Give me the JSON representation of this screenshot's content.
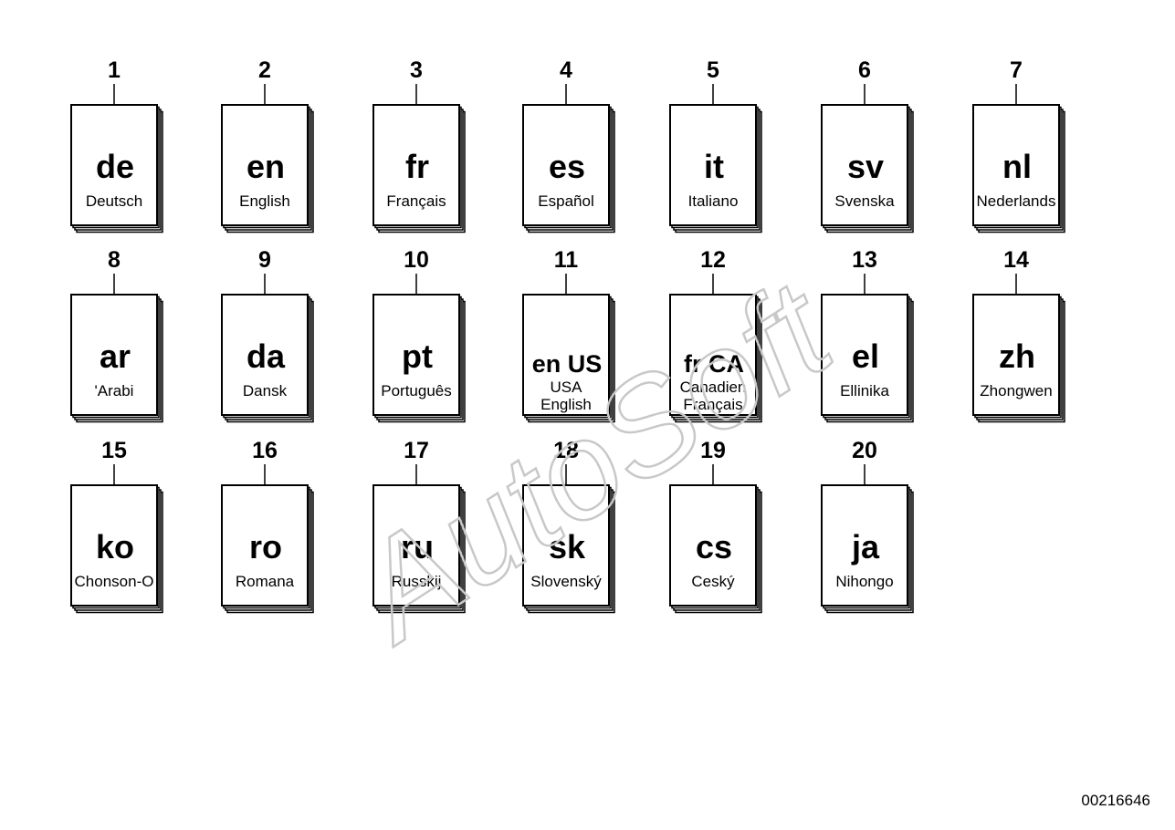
{
  "watermark": "AutoSoft",
  "reference_number": "00216646",
  "books": [
    {
      "number": "1",
      "code": "de",
      "name": [
        "Deutsch"
      ]
    },
    {
      "number": "2",
      "code": "en",
      "name": [
        "English"
      ]
    },
    {
      "number": "3",
      "code": "fr",
      "name": [
        "Français"
      ]
    },
    {
      "number": "4",
      "code": "es",
      "name": [
        "Español"
      ]
    },
    {
      "number": "5",
      "code": "it",
      "name": [
        "Italiano"
      ]
    },
    {
      "number": "6",
      "code": "sv",
      "name": [
        "Svenska"
      ]
    },
    {
      "number": "7",
      "code": "nl",
      "name": [
        "Nederlands"
      ]
    },
    {
      "number": "8",
      "code": "ar",
      "name": [
        "'Arabi"
      ]
    },
    {
      "number": "9",
      "code": "da",
      "name": [
        "Dansk"
      ]
    },
    {
      "number": "10",
      "code": "pt",
      "name": [
        "Português"
      ]
    },
    {
      "number": "11",
      "code": "en US",
      "name": [
        "USA",
        "English"
      ]
    },
    {
      "number": "12",
      "code": "fr CA",
      "name": [
        "Canadien",
        "Français"
      ]
    },
    {
      "number": "13",
      "code": "el",
      "name": [
        "Ellinika"
      ]
    },
    {
      "number": "14",
      "code": "zh",
      "name": [
        "Zhongwen"
      ]
    },
    {
      "number": "15",
      "code": "ko",
      "name": [
        "Chonson-O"
      ]
    },
    {
      "number": "16",
      "code": "ro",
      "name": [
        "Romana"
      ]
    },
    {
      "number": "17",
      "code": "ru",
      "name": [
        "Russkij"
      ]
    },
    {
      "number": "18",
      "code": "sk",
      "name": [
        "Slovenský"
      ]
    },
    {
      "number": "19",
      "code": "cs",
      "name": [
        "Ceský"
      ]
    },
    {
      "number": "20",
      "code": "ja",
      "name": [
        "Nihongo"
      ]
    }
  ]
}
